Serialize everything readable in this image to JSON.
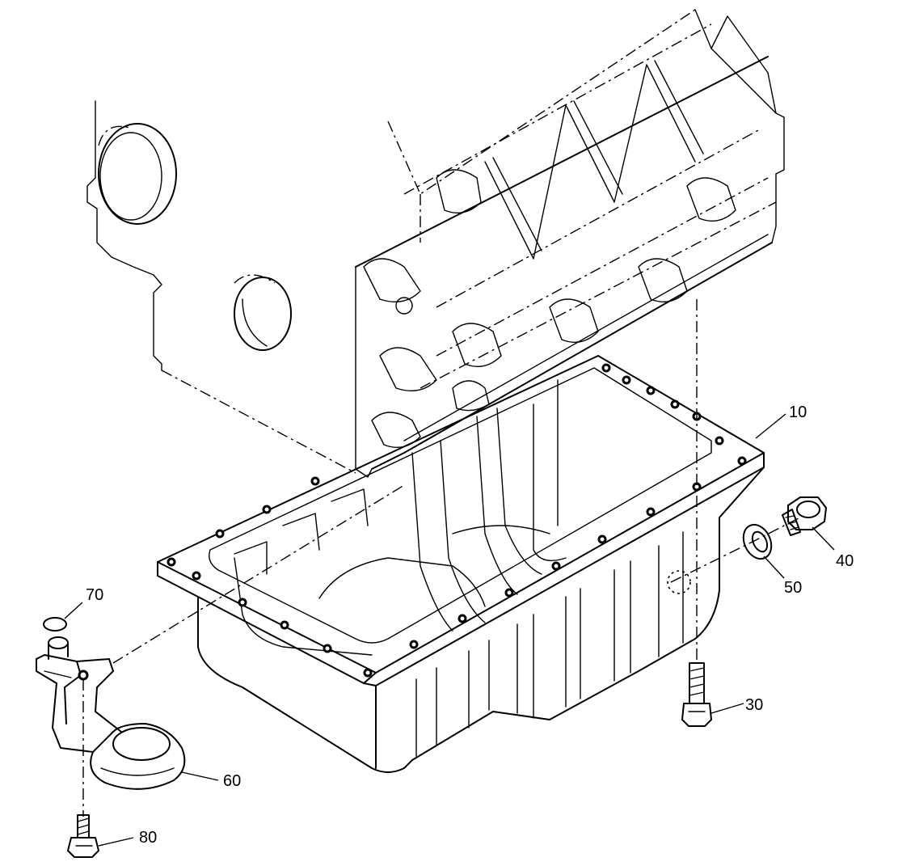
{
  "diagram": {
    "callouts": [
      {
        "id": "oil-pan",
        "label": "10"
      },
      {
        "id": "pan-bolt",
        "label": "30"
      },
      {
        "id": "drain-plug",
        "label": "40"
      },
      {
        "id": "drain-washer",
        "label": "50"
      },
      {
        "id": "oil-strainer",
        "label": "60"
      },
      {
        "id": "o-ring",
        "label": "70"
      },
      {
        "id": "strainer-bolt",
        "label": "80"
      }
    ]
  }
}
